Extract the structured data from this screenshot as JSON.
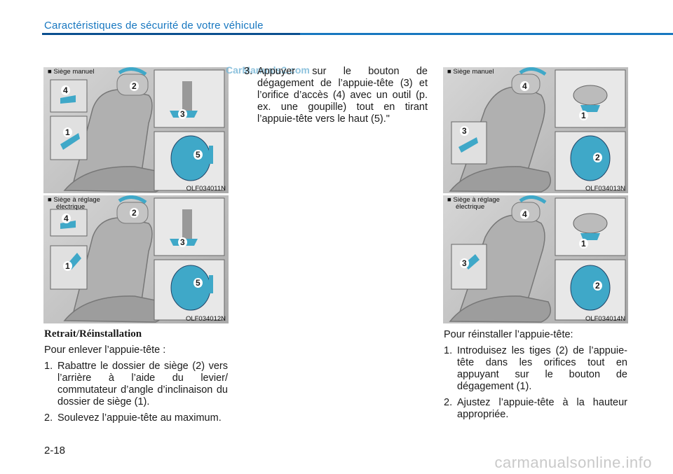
{
  "header": {
    "title": "Caractéristiques de sécurité de votre véhicule"
  },
  "watermark_top": "CarManuals2.com",
  "watermark_bottom": "carmanualsonline.info",
  "figures": {
    "fig1": {
      "caption": "■ Siège manuel",
      "code": "OLF034011N"
    },
    "fig2": {
      "caption_line1": "■ Siège à réglage",
      "caption_line2": "électrique",
      "code": "OLF034012N"
    },
    "fig3": {
      "caption": "■ Siège manuel",
      "code": "OLF034013N"
    },
    "fig4": {
      "caption_line1": "■ Siège à réglage",
      "caption_line2": "électrique",
      "code": "OLF034014N"
    }
  },
  "left_column": {
    "heading": "Retrait/Réinstallation",
    "intro": "Pour enlever l’appuie-tête :",
    "items": [
      {
        "num": "1.",
        "text": "Rabattre le dossier de siège (2) vers l’arrière à l’aide du levier/ commutateur d’angle d’inclinaison du dossier de siège (1)."
      },
      {
        "num": "2.",
        "text": "Soulevez l’appuie-tête au maximum."
      }
    ]
  },
  "middle_column": {
    "items": [
      {
        "num": "3.",
        "text": "Appuyer sur le bouton de dégagement de l’appuie-tête (3) et l’orifice d’accès (4) avec un outil (p. ex. une goupille) tout en tirant l’appuie-tête vers le haut (5).\""
      }
    ]
  },
  "right_column": {
    "intro": "Pour réinstaller l’appuie-tête:",
    "items": [
      {
        "num": "1.",
        "text": "Introduisez les tiges (2) de l’appuie-tête dans les orifices tout en appuyant sur le bouton de dégagement (1)."
      },
      {
        "num": "2.",
        "text": "Ajustez l’appuie-tête à la hauteur appropriée."
      }
    ]
  },
  "page_number": "2-18",
  "figure_callouts": {
    "fig1": [
      "1",
      "2",
      "3",
      "4",
      "5"
    ],
    "fig2": [
      "1",
      "2",
      "3",
      "4",
      "5"
    ],
    "fig3": [
      "1",
      "2",
      "3",
      "4"
    ],
    "fig4": [
      "1",
      "2",
      "3",
      "4"
    ]
  },
  "colors": {
    "accent": "#1777c0",
    "highlight": "#3fa8c8"
  }
}
